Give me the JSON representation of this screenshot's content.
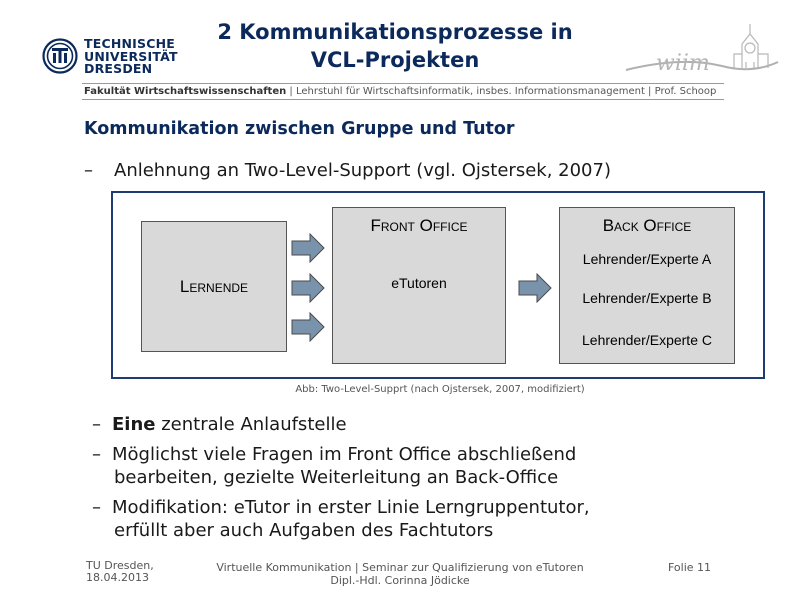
{
  "header": {
    "logo_lines": [
      "TECHNISCHE",
      "UNIVERSITÄT",
      "DRESDEN"
    ],
    "title_line1": "2 Kommunikationsprozesse in",
    "title_line2": "VCL-Projekten",
    "wiim_logo_text": "wiim",
    "faculty_bold": "Fakultät Wirtschaftswissenschaften",
    "faculty_rest": " | Lehrstuhl für Wirtschaftsinformatik, insbes. Informationsmanagement | Prof. Schoop"
  },
  "section_title": "Kommunikation zwischen Gruppe und Tutor",
  "intro_bullet": {
    "dash": "–",
    "text": "Anlehnung an Two-Level-Support (vgl. Ojstersek, 2007)"
  },
  "diagram": {
    "lernende": "Lernende",
    "front_office_title": "Front Office",
    "front_office_body": "eTutoren",
    "back_office_title": "Back Office",
    "back_office_items": [
      "Lehrender/Experte A",
      "Lehrender/Experte B",
      "Lehrender/Experte C"
    ],
    "colors": {
      "box_fill": "#d9d9d9",
      "arrow_fill": "#7a93ad",
      "frame": "#1f3b74"
    }
  },
  "caption": "Abb: Two-Level-Supprt (nach Ojstersek, 2007, modifiziert)",
  "bullets": {
    "b1_dash": "–",
    "b1_bold": "Eine",
    "b1_rest": " zentrale Anlaufstelle",
    "b2_dash": "–",
    "b2_line1": "Möglichst viele Fragen im Front Office abschließend",
    "b2_line2": "bearbeiten, gezielte Weiterleitung an Back-Office",
    "b3_dash": "–",
    "b3_line1": "Modifikation: eTutor in erster Linie Lerngruppentutor,",
    "b3_line2": "erfüllt aber auch Aufgaben des Fachtutors"
  },
  "footer": {
    "place": "TU Dresden,",
    "date": "18.04.2013",
    "center_line1": "Virtuelle Kommunikation | Seminar zur Qualifizierung von eTutoren",
    "center_line2": "Dipl.-Hdl. Corinna Jödicke",
    "slide_number": "Folie 11"
  },
  "colors": {
    "title": "#0b2a5b",
    "text": "#1a1a1a",
    "muted": "#555555"
  }
}
